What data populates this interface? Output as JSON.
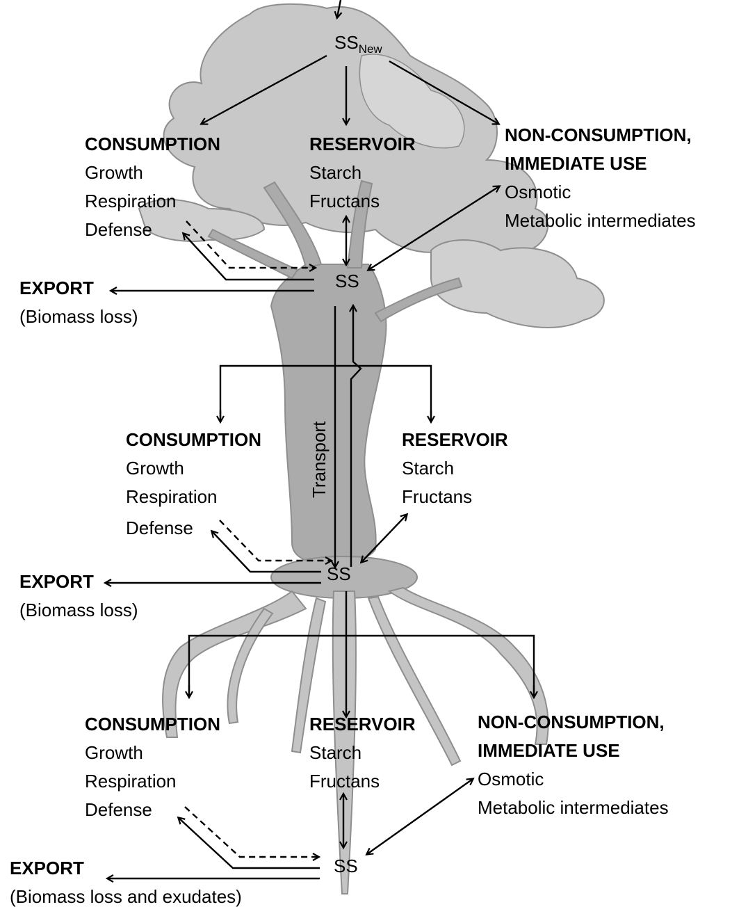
{
  "ss_new": {
    "base": "SS",
    "sub": "New"
  },
  "ss": "SS",
  "transport": "Transport",
  "top": {
    "consumption": {
      "title": "CONSUMPTION",
      "items": [
        "Growth",
        "Respiration",
        "Defense"
      ]
    },
    "reservoir": {
      "title": "RESERVOIR",
      "items": [
        "Starch",
        "Fructans"
      ]
    },
    "nonconsumption": {
      "title": [
        "NON-CONSUMPTION,",
        "IMMEDIATE USE"
      ],
      "items": [
        "Osmotic",
        "Metabolic intermediates"
      ]
    },
    "export": {
      "title": "EXPORT",
      "note": "(Biomass loss)"
    }
  },
  "middle": {
    "consumption": {
      "title": "CONSUMPTION",
      "items": [
        "Growth",
        "Respiration",
        "Defense"
      ]
    },
    "reservoir": {
      "title": "RESERVOIR",
      "items": [
        "Starch",
        "Fructans"
      ]
    },
    "export": {
      "title": "EXPORT",
      "note": "(Biomass loss)"
    }
  },
  "bottom": {
    "consumption": {
      "title": "CONSUMPTION",
      "items": [
        "Growth",
        "Respiration",
        "Defense"
      ]
    },
    "reservoir": {
      "title": "RESERVOIR",
      "items": [
        "Starch",
        "Fructans"
      ]
    },
    "nonconsumption": {
      "title": [
        "NON-CONSUMPTION,",
        "IMMEDIATE USE"
      ],
      "items": [
        "Osmotic",
        "Metabolic intermediates"
      ]
    },
    "export": {
      "title": "EXPORT",
      "note": "(Biomass loss and exudates)"
    }
  },
  "colors": {
    "foliage": "#c8c8c8",
    "foliage_light": "#dadada",
    "trunk": "#a9a9a9",
    "roots": "#c4c4c4",
    "outline": "#8e8e8e",
    "arrow": "#000000"
  }
}
